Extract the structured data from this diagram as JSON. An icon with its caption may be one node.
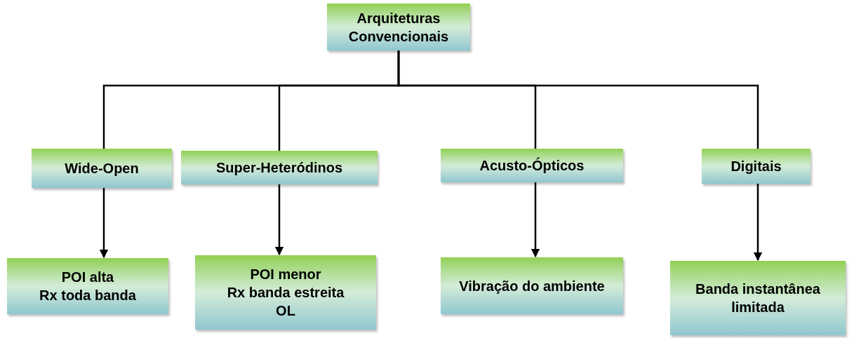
{
  "diagram": {
    "nodes": [
      {
        "text": [
          "Arquiteturas Convencionais"
        ]
      },
      {
        "text": [
          "Wide-Open"
        ]
      },
      {
        "text": [
          "Super-Heteródinos"
        ]
      },
      {
        "text": [
          "Acusto-Ópticos"
        ]
      },
      {
        "text": [
          "Digitais"
        ]
      },
      {
        "text": [
          "POI alta",
          "Rx toda banda"
        ]
      },
      {
        "text": [
          "POI menor",
          "Rx banda estreita",
          "OL"
        ]
      },
      {
        "text": [
          "Vibração do ambiente"
        ]
      },
      {
        "text": [
          "Banda instantânea limitada"
        ]
      }
    ],
    "edges": [
      {
        "from": 0,
        "to": 1,
        "arrow": "none"
      },
      {
        "from": 0,
        "to": 2,
        "arrow": "none"
      },
      {
        "from": 0,
        "to": 3,
        "arrow": "none"
      },
      {
        "from": 0,
        "to": 4,
        "arrow": "none"
      },
      {
        "from": 1,
        "to": 5,
        "arrow": "to"
      },
      {
        "from": 2,
        "to": 6,
        "arrow": "to"
      },
      {
        "from": 3,
        "to": 7,
        "arrow": "to"
      },
      {
        "from": 4,
        "to": 8,
        "arrow": "to"
      }
    ]
  }
}
